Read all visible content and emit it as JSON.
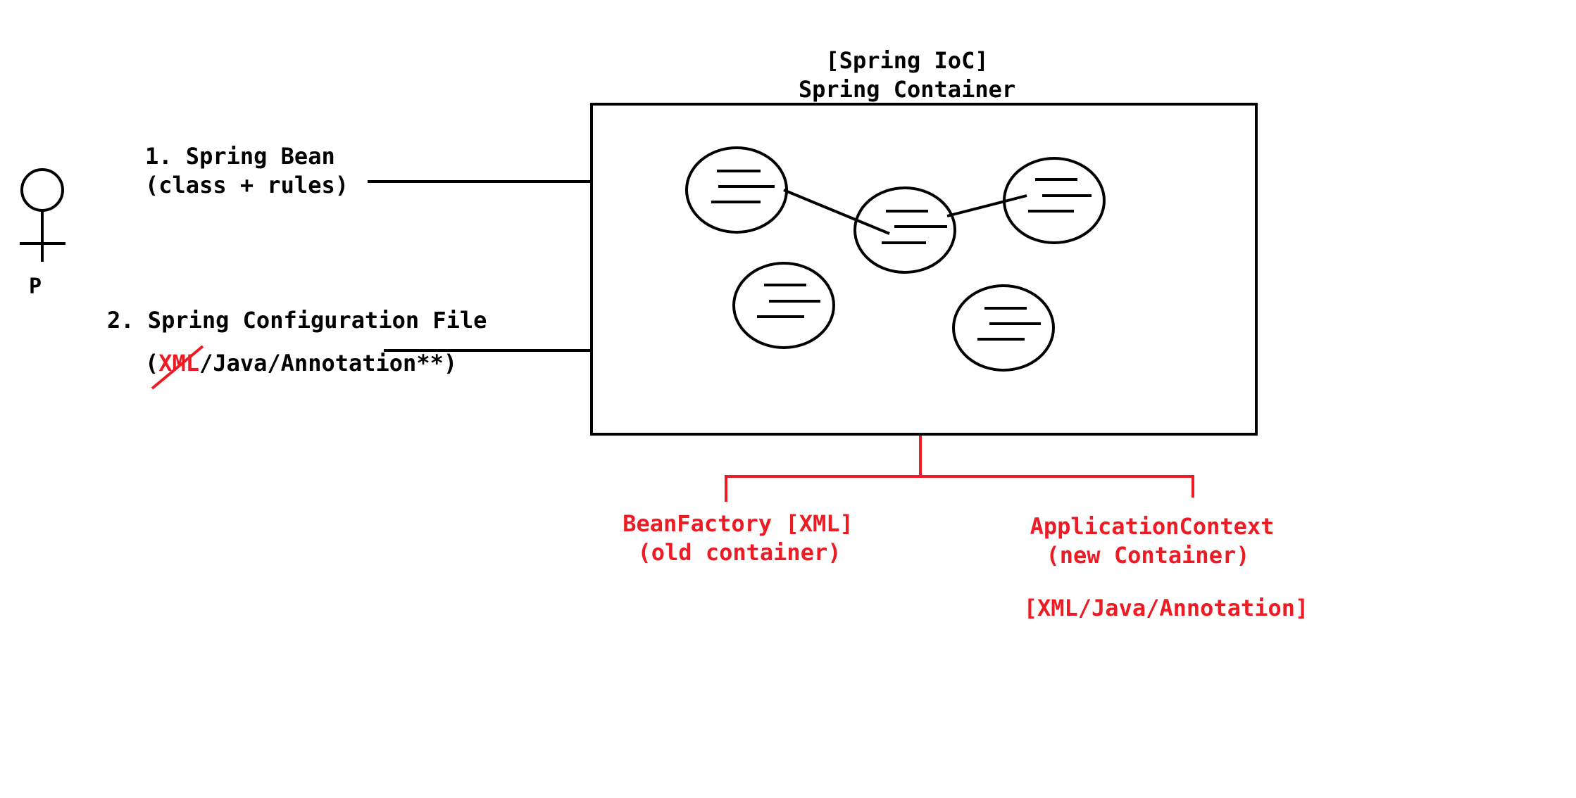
{
  "container": {
    "title_line1": "[Spring IoC]",
    "title_line2": "Spring Container",
    "bean_count": 5
  },
  "person": {
    "label": "P"
  },
  "inputs": [
    {
      "line1": "1. Spring Bean",
      "line2": "(class + rules)"
    },
    {
      "line1": "2. Spring Configuration File",
      "line2_open": "(",
      "line2_struck": "XML",
      "line2_rest": "/Java/Annotation**)"
    }
  ],
  "outputs": {
    "bean_factory": {
      "line1": "BeanFactory [XML]",
      "line2": "(old container)"
    },
    "application_context": {
      "line1": "ApplicationContext",
      "line2": "(new Container)",
      "line3": "[XML/Java/Annotation]"
    }
  },
  "colors": {
    "ink": "#000000",
    "accent": "#ed1c24"
  }
}
